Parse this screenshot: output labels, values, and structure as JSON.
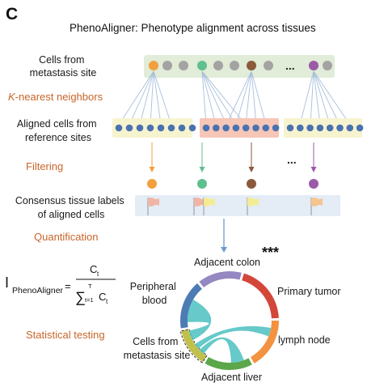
{
  "panel_letter": "C",
  "title": "PhenoAligner: Phenotype alignment across tissues",
  "labels": {
    "cells_line1": "Cells from",
    "cells_line2": "metastasis site",
    "knn_k": "K",
    "knn_rest": "-nearest neighbors",
    "aligned_line1": "Aligned cells from",
    "aligned_line2": "reference sites",
    "filtering": "Filtering",
    "consensus_line1": "Consensus tissue labels",
    "consensus_line2": "of aligned cells",
    "quantification": "Quantification",
    "statistical": "Statistical testing"
  },
  "ellipsis": "...",
  "formula": {
    "I": "I",
    "sub": "PhenoAligner",
    "eq": "=",
    "num": "C",
    "num_sub": "t",
    "sigma": "∑",
    "sum_top": "T",
    "sum_bottom": "t=1",
    "den": "C",
    "den_sub": "t"
  },
  "significance": "***",
  "chord_labels": {
    "adjacent_colon": "Adjacent colon",
    "primary_tumor": "Primary tumor",
    "lymph_node": "lymph node",
    "adjacent_liver": "Adjacent liver",
    "peripheral_line1": "Peripheral",
    "peripheral_line2": "blood",
    "met_line1": "Cells from",
    "met_line2": "metastasis site"
  },
  "colors": {
    "orange": "#f2a03d",
    "green": "#5fbf8f",
    "brown": "#8b5a3c",
    "purple": "#9b5aa8",
    "gray": "#a3a3a3",
    "blue_dot": "#4a72b0",
    "step_text": "#c8652a",
    "top_band": "#e1ecd9",
    "band_left": "#f6f3cf",
    "band_mid": "#f6c6b7",
    "band_right": "#f6f3cf",
    "consensus_band": "#e4ecf6",
    "flag_pink": "#f1b5a6",
    "flag_yellow": "#f3ec94",
    "flag_orange": "#f6c58d",
    "arrow_blue": "#6c9bcf",
    "link_line": "#a8bfdc",
    "chord_teal": "#4cc0c0",
    "seg_adjacent_colon": "#9587c2",
    "seg_primary_tumor": "#d2473a",
    "seg_lymph_node": "#f39240",
    "seg_adjacent_liver": "#5ba74a",
    "seg_metastasis": "#c0c04a",
    "seg_peripheral_blood": "#4d7bb3"
  }
}
